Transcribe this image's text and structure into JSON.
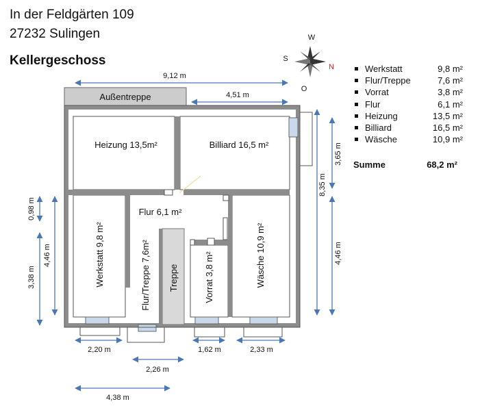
{
  "header": {
    "street": "In der Feldgärten 109",
    "city": "27232 Sulingen",
    "floor": "Kellergeschoss"
  },
  "compass": {
    "w": "W",
    "s": "S",
    "n": "N",
    "o": "O"
  },
  "rooms": {
    "heizung": "Heizung 13,5m²",
    "billiard": "Billiard 16,5 m²",
    "flur": "Flur 6,1 m²",
    "werkstatt": "Werkstatt 9,8 m²",
    "flur_treppe": "Flur/Treppe 7,6m²",
    "treppe": "Treppe",
    "vorrat": "Vorrat 3,8 m²",
    "waesche": "Wäsche 10,9 m²",
    "aussentreppe": "Außentreppe"
  },
  "dimensions": {
    "top_total": "9,12 m",
    "top_right": "4,51 m",
    "right_upper": "3,65 m",
    "right_total": "8,35 m",
    "right_lower": "4,46 m",
    "left_098": "0,98 m",
    "left_338": "3,38 m",
    "left_446": "4,46 m",
    "bottom_220": "2,20 m",
    "bottom_226": "2,26 m",
    "bottom_162": "1,62 m",
    "bottom_233": "2,33 m",
    "bottom_438": "4,38 m"
  },
  "legend": [
    {
      "name": "Werkstatt",
      "area": "9,8 m²"
    },
    {
      "name": "Flur/Treppe",
      "area": "7,6 m²"
    },
    {
      "name": "Vorrat",
      "area": "3,8 m²"
    },
    {
      "name": "Flur",
      "area": "6,1 m²"
    },
    {
      "name": "Heizung",
      "area": "13,5 m²"
    },
    {
      "name": "Billiard",
      "area": "16,5 m²"
    },
    {
      "name": "Wäsche",
      "area": "10,9 m²"
    }
  ],
  "summary": {
    "label": "Summe",
    "value": "68,2 m²"
  },
  "colors": {
    "wall": "#8c8c8c",
    "window": "#cad8ec",
    "dimension": "#4a78b5",
    "north": "#d2232a"
  }
}
